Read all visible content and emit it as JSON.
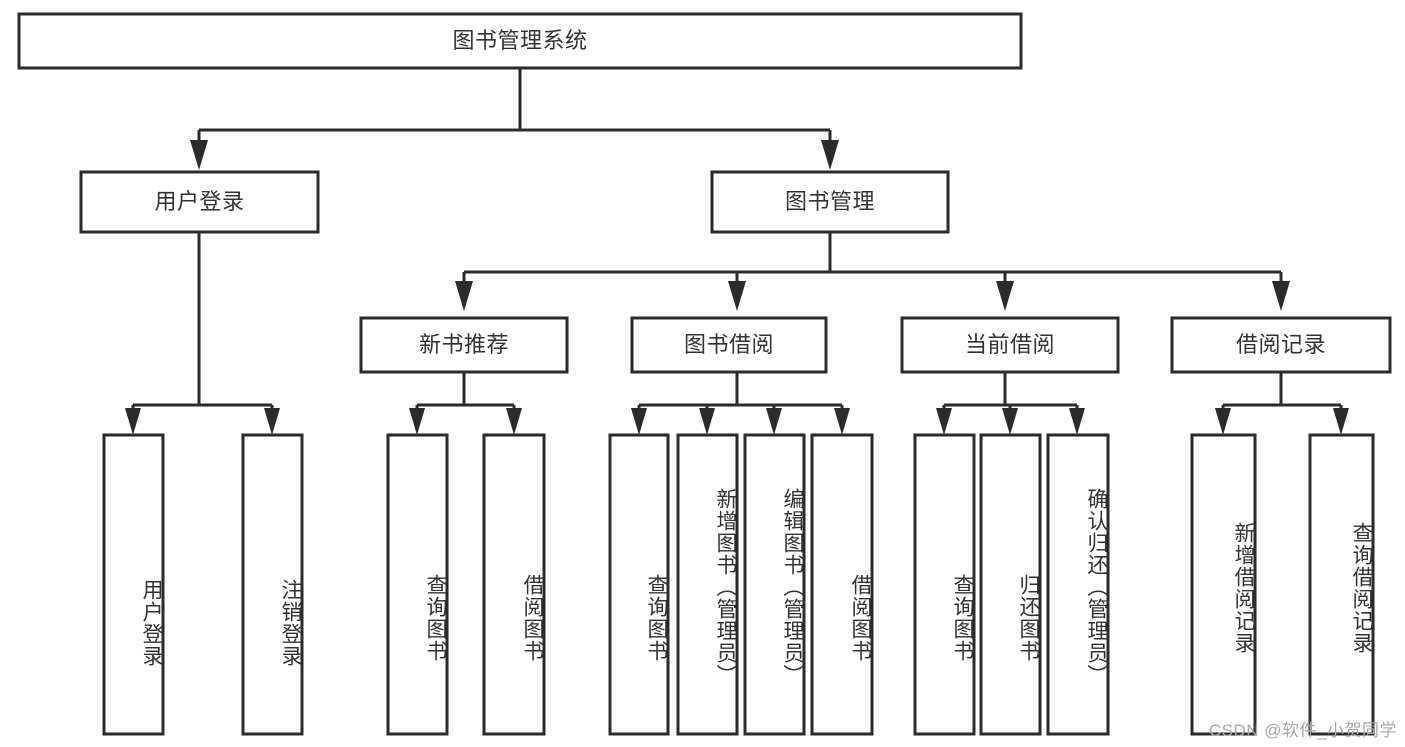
{
  "diagram": {
    "title": "图书管理系统",
    "type": "tree-hierarchy-chart",
    "root": {
      "id": "root",
      "label": "图书管理系统"
    },
    "level1": [
      {
        "id": "user-login",
        "label": "用户登录"
      },
      {
        "id": "book-management",
        "label": "图书管理"
      }
    ],
    "level2": [
      {
        "id": "new-book-recommend",
        "label": "新书推荐",
        "parent": "book-management"
      },
      {
        "id": "book-borrow",
        "label": "图书借阅",
        "parent": "book-management"
      },
      {
        "id": "current-borrow",
        "label": "当前借阅",
        "parent": "book-management"
      },
      {
        "id": "borrow-record",
        "label": "借阅记录",
        "parent": "book-management"
      }
    ],
    "leaves": {
      "user-login": [
        {
          "id": "leaf-user-login",
          "label": "用户登录"
        },
        {
          "id": "leaf-logout-login",
          "label": "注销登录"
        }
      ],
      "new-book-recommend": [
        {
          "id": "leaf-query-book-1",
          "label": "查询图书"
        },
        {
          "id": "leaf-borrow-book-1",
          "label": "借阅图书"
        }
      ],
      "book-borrow": [
        {
          "id": "leaf-query-book-2",
          "label": "查询图书"
        },
        {
          "id": "leaf-add-book",
          "label": "新增图书（管理员）"
        },
        {
          "id": "leaf-edit-book",
          "label": "编辑图书（管理员）"
        },
        {
          "id": "leaf-borrow-book-2",
          "label": "借阅图书"
        }
      ],
      "current-borrow": [
        {
          "id": "leaf-query-book-3",
          "label": "查询图书"
        },
        {
          "id": "leaf-return-book",
          "label": "归还图书"
        },
        {
          "id": "leaf-confirm-return",
          "label": "确认归还（管理员）"
        }
      ],
      "borrow-record": [
        {
          "id": "leaf-add-record",
          "label": "新增借阅记录"
        },
        {
          "id": "leaf-query-record",
          "label": "查询借阅记录"
        }
      ]
    }
  },
  "watermark": {
    "text": "CSDN @软件_小贺同学"
  },
  "colors": {
    "stroke": "#2b2b2b",
    "box_fill": "#ffffff",
    "text": "#333333",
    "watermark": "#a9a9a9",
    "background": "#ffffff"
  }
}
